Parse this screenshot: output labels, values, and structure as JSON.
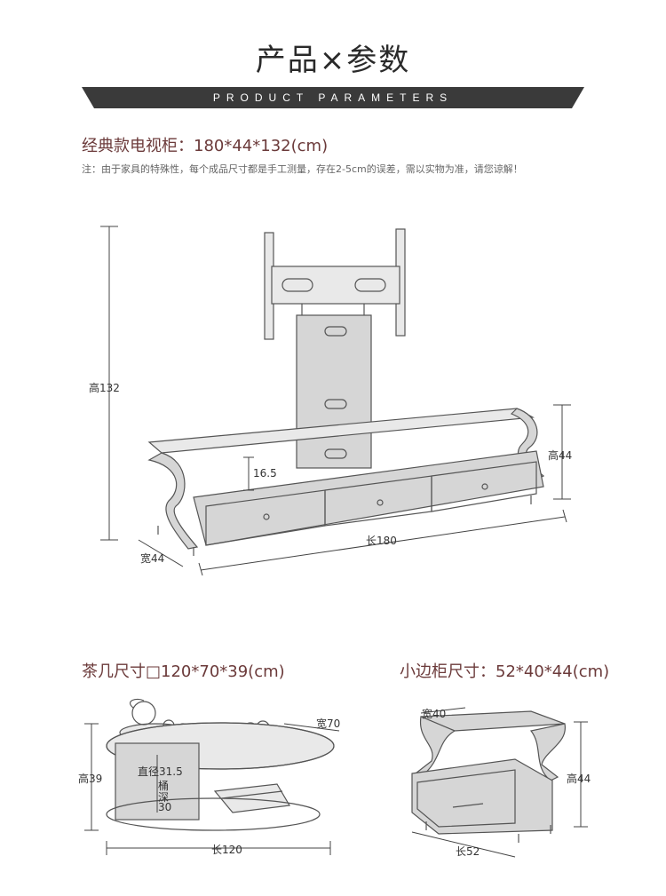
{
  "header": {
    "title": "产品×参数",
    "banner": "PRODUCT PARAMETERS"
  },
  "tv_cabinet": {
    "heading": "经典款电视柜：180*44*132(cm)",
    "note": "注：由于家具的特殊性，每个成品尺寸都是手工测量，存在2-5cm的误差，需以实物为准，请您谅解！",
    "labels": {
      "height_total": "高132",
      "inner": "16.5",
      "height": "高44",
      "depth": "宽44",
      "length": "长180"
    }
  },
  "coffee_table": {
    "heading": "茶几尺寸□120*70*39(cm)",
    "labels": {
      "depth": "宽70",
      "height": "高39",
      "diameter": "直径31.5",
      "bucket_1": "桶",
      "bucket_2": "深",
      "bucket_3": "30",
      "length": "长120"
    }
  },
  "side_cabinet": {
    "heading": "小边柜尺寸：52*40*44(cm)",
    "labels": {
      "depth": "宽40",
      "height": "高44",
      "length": "长52"
    }
  },
  "colors": {
    "heading": "#6b3a3a",
    "banner": "#3a3a3a"
  }
}
